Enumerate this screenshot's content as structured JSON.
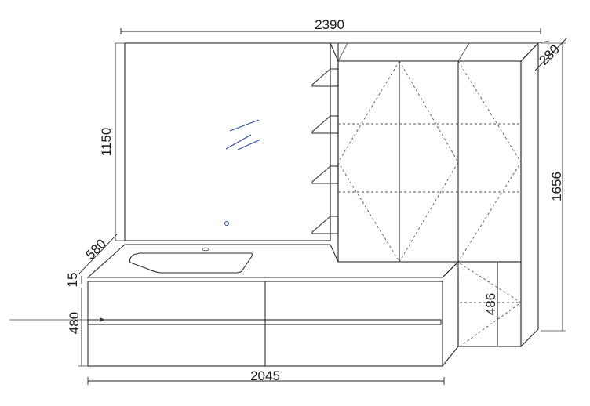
{
  "dimensions": {
    "total_width": "2390",
    "cabinet_depth": "280",
    "mirror_height": "1150",
    "tall_cabinet_height": "1656",
    "vanity_depth": "580",
    "countertop_thickness": "15",
    "drawer_height": "480",
    "open_shelf_height": "486",
    "vanity_width": "2045"
  },
  "colors": {
    "line": "#2a2a2a",
    "mirror_accent": "#2b4fa8"
  }
}
